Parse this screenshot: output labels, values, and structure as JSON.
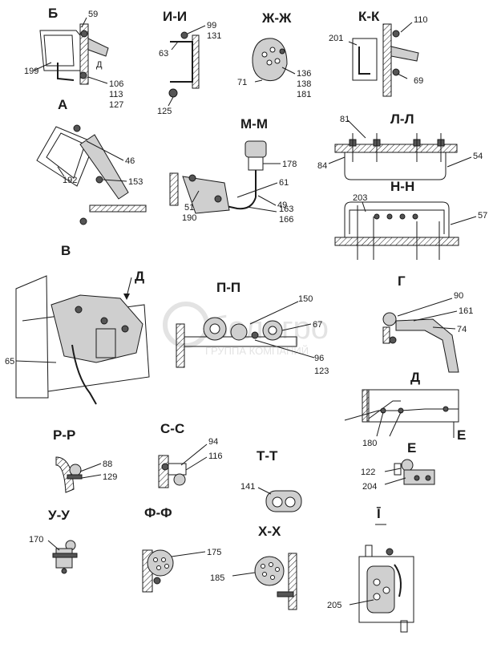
{
  "sections": {
    "b": "Б",
    "ii": "И-И",
    "zhzh": "Ж-Ж",
    "kk": "К-К",
    "a": "А",
    "mm": "М-М",
    "ll": "Л-Л",
    "nn": "Н-Н",
    "v": "В",
    "d_arrow": "Д",
    "pp": "П-П",
    "g": "Г",
    "d": "Д",
    "e_arrow": "Е",
    "rr": "Р-Р",
    "ss": "С-С",
    "tt": "Т-Т",
    "e": "Е",
    "uu": "У-У",
    "ff": "Ф-Ф",
    "hh": "Х-Х",
    "i": "Ī"
  },
  "labels": {
    "n59": "59",
    "n199": "199",
    "nd_b": "Д",
    "n106": "106",
    "n113": "113",
    "n127": "127",
    "n99": "99",
    "n131": "131",
    "n63": "63",
    "n125": "125",
    "n71": "71",
    "n136": "136",
    "n138": "138",
    "n181": "181",
    "n110": "110",
    "n201": "201",
    "n69": "69",
    "n46": "46",
    "n153": "153",
    "n192": "192",
    "n178": "178",
    "n61": "61",
    "n49": "49",
    "n51": "51",
    "n190": "190",
    "n163": "163",
    "n166": "166",
    "n81": "81",
    "n54": "54",
    "n84": "84",
    "n203": "203",
    "n57": "57",
    "n65": "65",
    "n150": "150",
    "n67": "67",
    "n96": "96",
    "n123": "123",
    "n90": "90",
    "n161": "161",
    "n74": "74",
    "n180": "180",
    "n88": "88",
    "n129": "129",
    "n94": "94",
    "n116": "116",
    "n141": "141",
    "n122": "122",
    "n204": "204",
    "n170": "170",
    "n175": "175",
    "n185": "185",
    "n205": "205"
  },
  "watermark": {
    "main": "белагро",
    "sub": "ГРУППА КОМПАНИЙ"
  },
  "colors": {
    "ink": "#1a1a1a",
    "watermark": "#e3e3e3",
    "paper": "#ffffff"
  }
}
